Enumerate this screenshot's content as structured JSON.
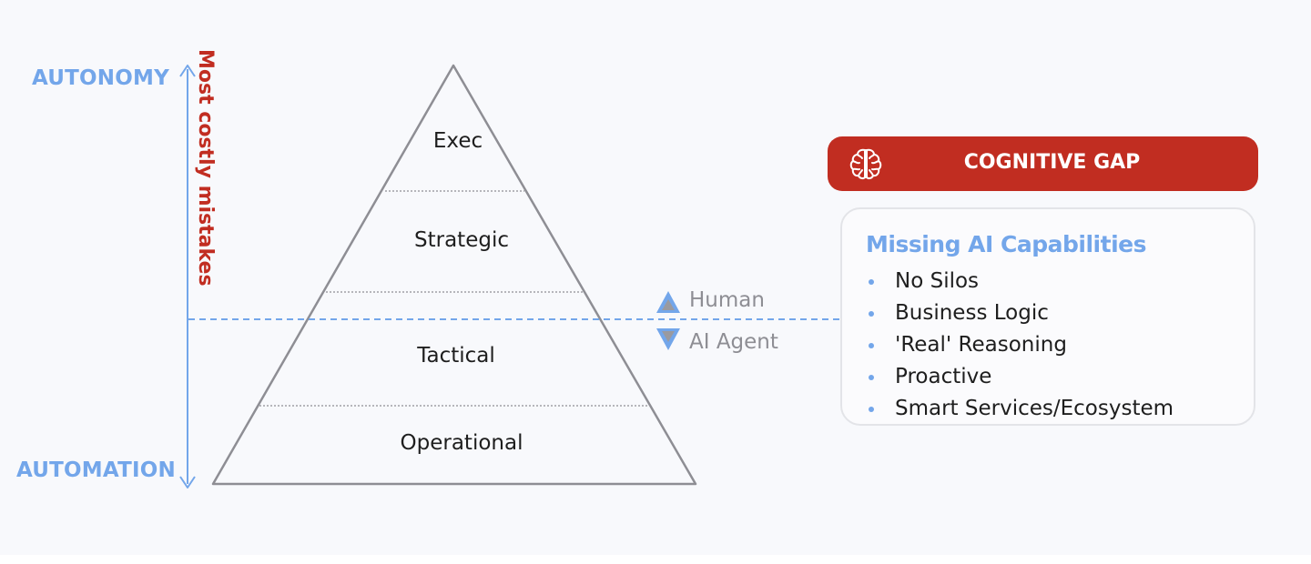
{
  "axis": {
    "top_label": "AUTONOMY",
    "bottom_label": "AUTOMATION",
    "side_label": "Most costly mistakes"
  },
  "pyramid": {
    "levels": [
      "Exec",
      "Strategic",
      "Tactical",
      "Operational"
    ]
  },
  "boundary": {
    "upper_label": "Human",
    "lower_label": "AI Agent"
  },
  "gap": {
    "title": "COGNITIVE GAP",
    "icon": "brain-icon"
  },
  "capabilities": {
    "title": "Missing AI Capabilities",
    "items": [
      "No Silos",
      "Business Logic",
      "'Real' Reasoning",
      "Proactive",
      "Smart Services/Ecosystem"
    ]
  },
  "colors": {
    "accent_blue": "#73a6ea",
    "accent_red": "#c12d21",
    "outline_gray": "#8e8e94"
  }
}
